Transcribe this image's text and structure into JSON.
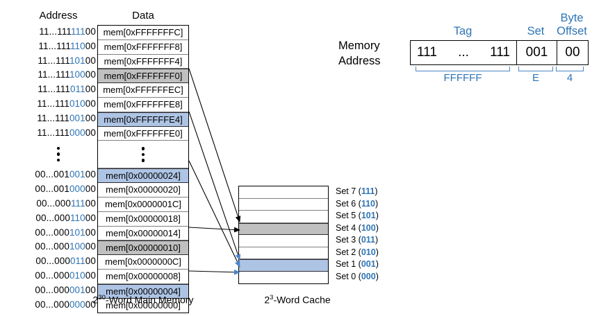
{
  "headers": {
    "address": "Address",
    "data": "Data"
  },
  "memory": {
    "caption_base": "2",
    "caption_exp": "30",
    "caption_rest": "-Word Main Memory",
    "upper_rows": [
      {
        "addr_prefix": "11...111",
        "addr_set": "111",
        "addr_suffix": "00",
        "data": "mem[0xFFFFFFFC]",
        "highlight": "none"
      },
      {
        "addr_prefix": "11...111",
        "addr_set": "110",
        "addr_suffix": "00",
        "data": "mem[0xFFFFFFF8]",
        "highlight": "none"
      },
      {
        "addr_prefix": "11...111",
        "addr_set": "101",
        "addr_suffix": "00",
        "data": "mem[0xFFFFFFF4]",
        "highlight": "none"
      },
      {
        "addr_prefix": "11...111",
        "addr_set": "100",
        "addr_suffix": "00",
        "data": "mem[0xFFFFFFF0]",
        "highlight": "gray"
      },
      {
        "addr_prefix": "11...111",
        "addr_set": "011",
        "addr_suffix": "00",
        "data": "mem[0xFFFFFFEC]",
        "highlight": "none"
      },
      {
        "addr_prefix": "11...111",
        "addr_set": "010",
        "addr_suffix": "00",
        "data": "mem[0xFFFFFFE8]",
        "highlight": "none"
      },
      {
        "addr_prefix": "11...111",
        "addr_set": "001",
        "addr_suffix": "00",
        "data": "mem[0xFFFFFFE4]",
        "highlight": "blue"
      },
      {
        "addr_prefix": "11...111",
        "addr_set": "000",
        "addr_suffix": "00",
        "data": "mem[0xFFFFFFE0]",
        "highlight": "none"
      }
    ],
    "lower_rows": [
      {
        "addr_prefix": "00...001",
        "addr_set": "001",
        "addr_suffix": "00",
        "data": "mem[0x00000024]",
        "highlight": "blue"
      },
      {
        "addr_prefix": "00...001",
        "addr_set": "000",
        "addr_suffix": "00",
        "data": "mem[0x00000020]",
        "highlight": "none"
      },
      {
        "addr_prefix": "00...000",
        "addr_set": "111",
        "addr_suffix": "00",
        "data": "mem[0x0000001C]",
        "highlight": "none"
      },
      {
        "addr_prefix": "00...000",
        "addr_set": "110",
        "addr_suffix": "00",
        "data": "mem[0x00000018]",
        "highlight": "none"
      },
      {
        "addr_prefix": "00...000",
        "addr_set": "101",
        "addr_suffix": "00",
        "data": "mem[0x00000014]",
        "highlight": "none"
      },
      {
        "addr_prefix": "00...000",
        "addr_set": "100",
        "addr_suffix": "00",
        "data": "mem[0x00000010]",
        "highlight": "gray"
      },
      {
        "addr_prefix": "00...000",
        "addr_set": "011",
        "addr_suffix": "00",
        "data": "mem[0x0000000C]",
        "highlight": "none"
      },
      {
        "addr_prefix": "00...000",
        "addr_set": "010",
        "addr_suffix": "00",
        "data": "mem[0x00000008]",
        "highlight": "none"
      },
      {
        "addr_prefix": "00...000",
        "addr_set": "001",
        "addr_suffix": "00",
        "data": "mem[0x00000004]",
        "highlight": "blue"
      },
      {
        "addr_prefix": "00...000",
        "addr_set": "000",
        "addr_suffix": "00",
        "data": "mem[0x00000000]",
        "highlight": "none"
      }
    ]
  },
  "cache": {
    "caption_base": "2",
    "caption_exp": "3",
    "caption_rest": "-Word Cache",
    "sets": [
      {
        "label": "Set 7 (",
        "bits": "111",
        "close": ")",
        "highlight": "none"
      },
      {
        "label": "Set 6 (",
        "bits": "110",
        "close": ")",
        "highlight": "none"
      },
      {
        "label": "Set 5 (",
        "bits": "101",
        "close": ")",
        "highlight": "none"
      },
      {
        "label": "Set 4 (",
        "bits": "100",
        "close": ")",
        "highlight": "gray"
      },
      {
        "label": "Set 3 (",
        "bits": "011",
        "close": ")",
        "highlight": "none"
      },
      {
        "label": "Set 2 (",
        "bits": "010",
        "close": ")",
        "highlight": "none"
      },
      {
        "label": "Set 1 (",
        "bits": "001",
        "close": ")",
        "highlight": "blue"
      },
      {
        "label": "Set 0 (",
        "bits": "000",
        "close": ")",
        "highlight": "none"
      }
    ]
  },
  "address_diagram": {
    "label_line1": "Memory",
    "label_line2": "Address",
    "tag_heading": "Tag",
    "set_heading": "Set",
    "byte_heading": "Byte",
    "offset_heading": "Offset",
    "tag_left": "111",
    "tag_mid": "...",
    "tag_right": "111",
    "set_value": "001",
    "offset_value": "00",
    "tag_hex": "FFFFFF",
    "set_hex": "E",
    "offset_hex": "4"
  },
  "colors": {
    "blue_highlight": "#aec4e4",
    "gray_highlight": "#c0c0c0",
    "accent_blue": "#2e74b5",
    "arrow_blue": "#4a86c8",
    "arrow_black": "#000000"
  }
}
